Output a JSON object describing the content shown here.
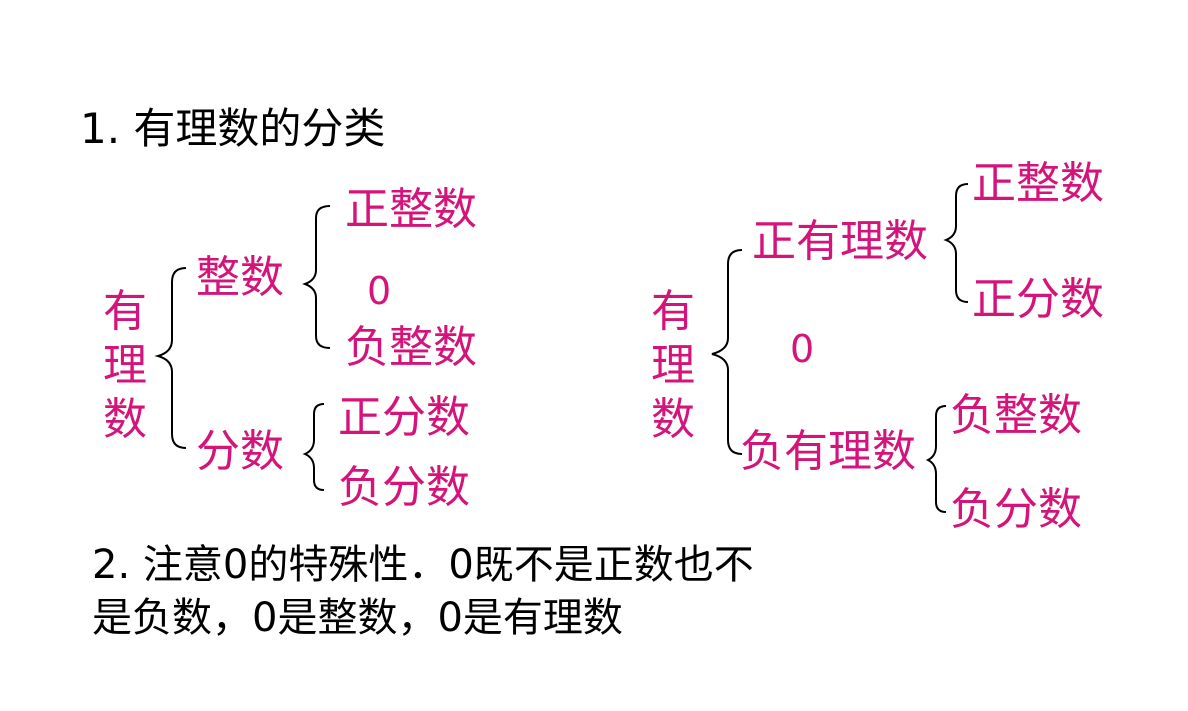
{
  "heading": "1. 有理数的分类",
  "classification_1": {
    "root": [
      "有",
      "理",
      "数"
    ],
    "integers": {
      "label": "整数",
      "children": [
        "正整数",
        "0",
        "负整数"
      ]
    },
    "fractions": {
      "label": "分数",
      "children": [
        "正分数",
        "负分数"
      ]
    }
  },
  "classification_2": {
    "root": [
      "有",
      "理",
      "数"
    ],
    "positive": {
      "label": "正有理数",
      "children": [
        "正整数",
        "正分数"
      ]
    },
    "zero": "0",
    "negative": {
      "label": "负有理数",
      "children": [
        "负整数",
        "负分数"
      ]
    }
  },
  "note": {
    "line1": "2. 注意0的特殊性．0既不是正数也不",
    "line2": "是负数，0是整数，0是有理数"
  },
  "colors": {
    "term_color": "#d4147a",
    "text_color": "#000000",
    "brace_color": "#000000"
  }
}
